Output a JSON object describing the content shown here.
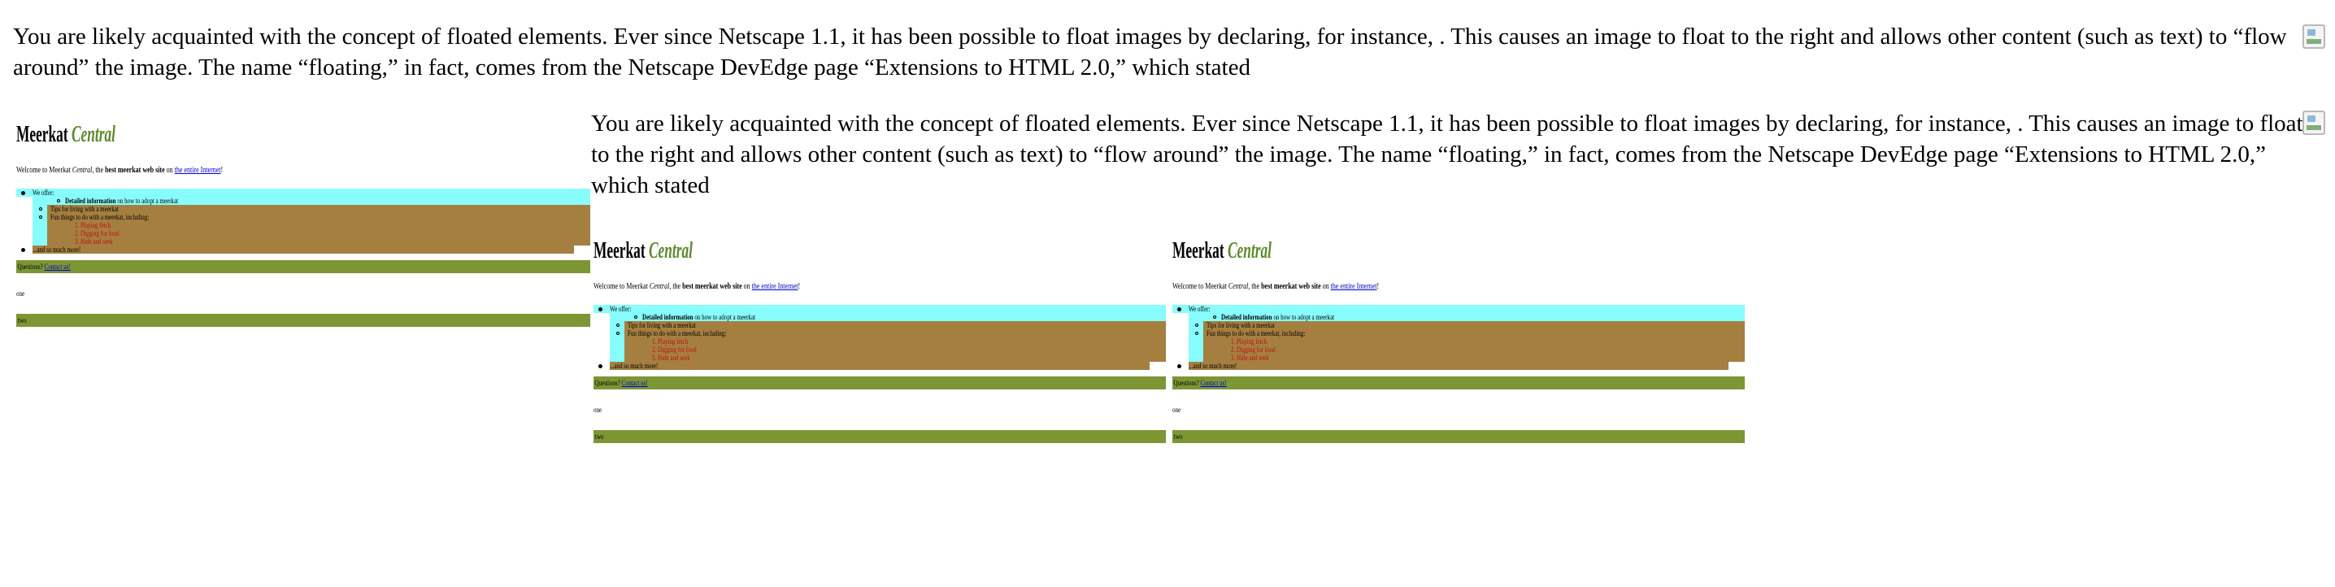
{
  "paragraph": {
    "text": "You are likely acquainted with the concept of floated elements. Ever since Netscape 1.1, it has been possible to float images by declaring, for instance, . This causes an image to float to the right and allows other content (such as text) to “flow around” the image. The name “floating,” in fact, comes from the Netscape DevEdge page “Extensions to HTML 2.0,” which stated"
  },
  "meerkat": {
    "title_main": "Meerkat",
    "title_italic": "Central",
    "welcome_prefix": "Welcome to Meerkat ",
    "welcome_italic": "Central",
    "welcome_mid": ", the ",
    "welcome_bold": "best meerkat web site",
    "welcome_on": " on ",
    "welcome_link": "the entire Internet",
    "welcome_end": "!",
    "we_offer": "We offer:",
    "detailed_bold": "Detailed information",
    "detailed_rest": " on how to adopt a meerkat",
    "tips": "Tips for living with a meerkat",
    "fun_things": "Fun things to do with a meerkat, including:",
    "activities": [
      "1. Playing fetch",
      "2. Digging for food",
      "3. Hide and seek"
    ],
    "so_much_more": "...and so much more!",
    "questions": "Questions? ",
    "contact_link": "Contact us!",
    "one": "one",
    "two": "two"
  },
  "colors": {
    "cyan": "#88fdfd",
    "brown": "#a57f40",
    "olive": "#7c9634",
    "green_title": "#5a8a2a",
    "red_text": "#c01010",
    "link": "#0000cc"
  }
}
